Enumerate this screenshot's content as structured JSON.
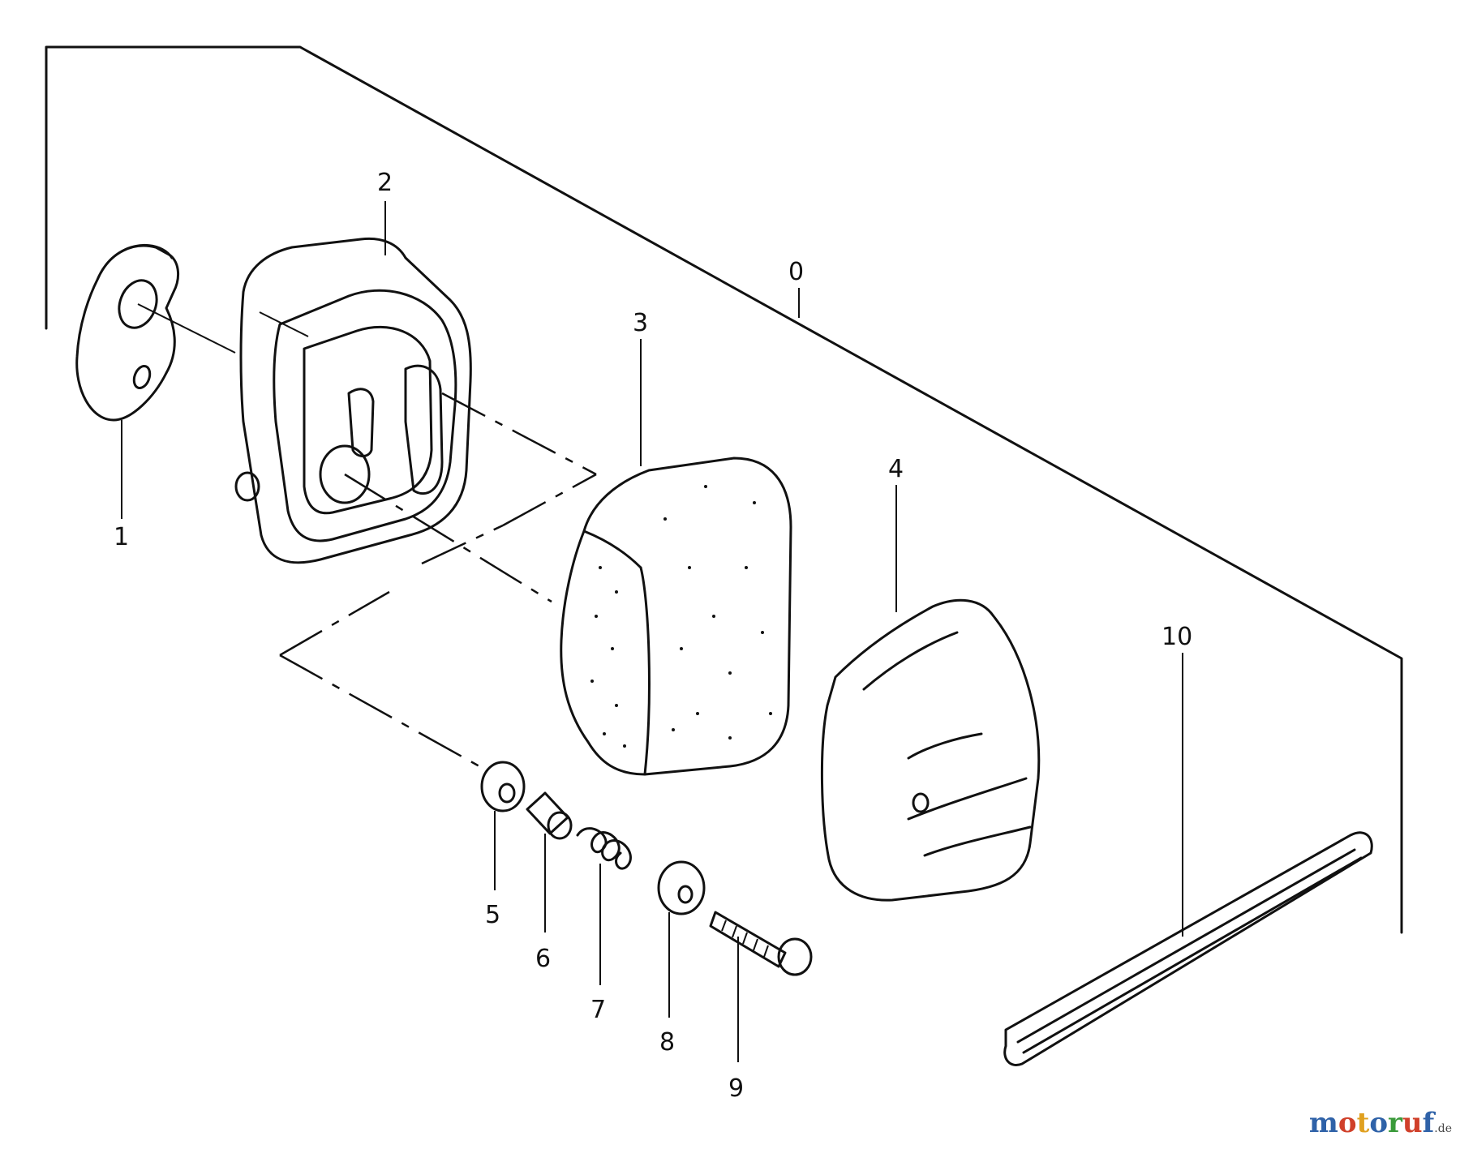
{
  "parts": [
    {
      "id": "0",
      "label": "0"
    },
    {
      "id": "1",
      "label": "1"
    },
    {
      "id": "2",
      "label": "2"
    },
    {
      "id": "3",
      "label": "3"
    },
    {
      "id": "4",
      "label": "4"
    },
    {
      "id": "5",
      "label": "5"
    },
    {
      "id": "6",
      "label": "6"
    },
    {
      "id": "7",
      "label": "7"
    },
    {
      "id": "8",
      "label": "8"
    },
    {
      "id": "9",
      "label": "9"
    },
    {
      "id": "10",
      "label": "10"
    }
  ],
  "watermark": {
    "letters": [
      "m",
      "o",
      "t",
      "o",
      "r",
      "u",
      "f"
    ],
    "letter_colors": [
      "#2f62a8",
      "#d0402a",
      "#e0a020",
      "#2f62a8",
      "#3a9a3a",
      "#d0402a",
      "#2f62a8"
    ],
    "tld": ".de"
  }
}
